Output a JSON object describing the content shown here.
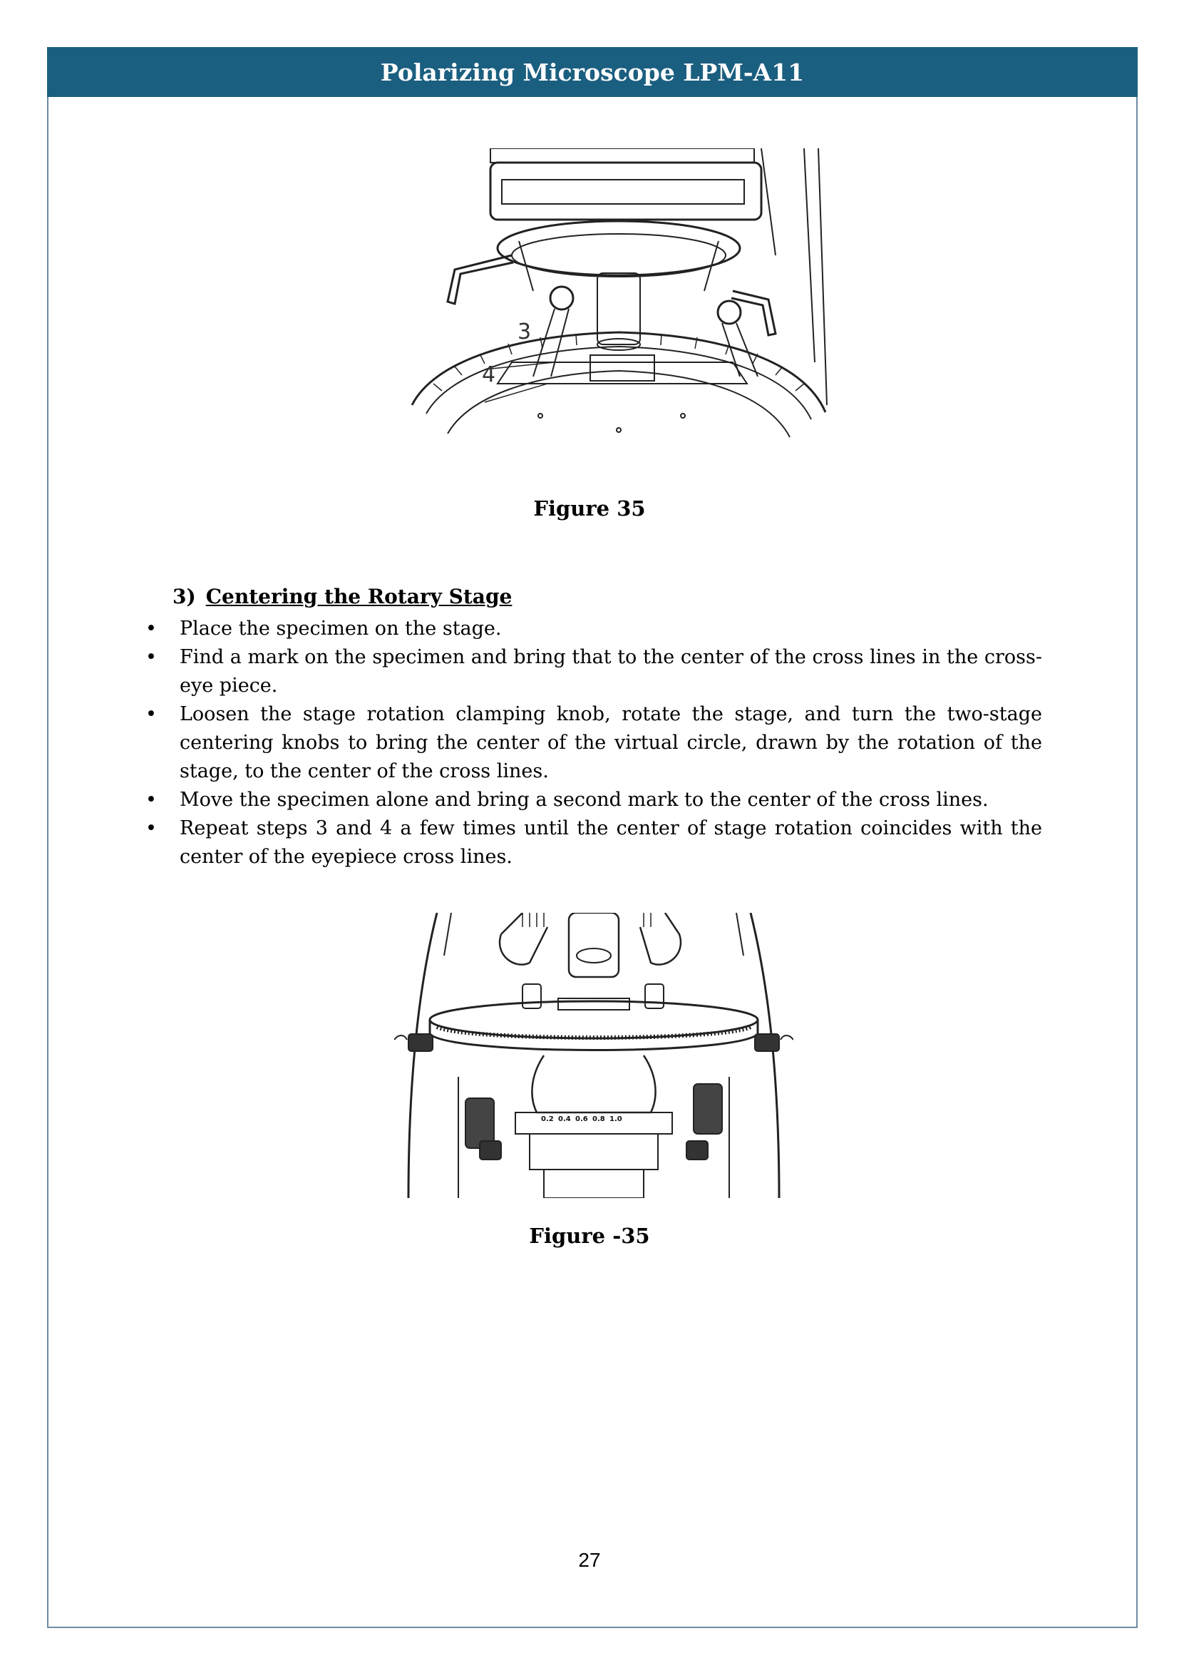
{
  "header": {
    "title": "Polarizing Microscope LPM-A11"
  },
  "figures": [
    {
      "caption": "Figure 35",
      "callouts": [
        "3",
        "4"
      ]
    },
    {
      "caption": "Figure -35",
      "scale_labels": [
        "0.2",
        "0.4",
        "0.6",
        "0.8",
        "1.0"
      ]
    }
  ],
  "section": {
    "number": "3)",
    "title": "Centering the Rotary Stage",
    "bullets": [
      "Place the specimen on the stage.",
      "Find a mark on the specimen and bring that to the center of the cross lines in the cross-eye piece.",
      "Loosen the stage rotation clamping knob, rotate the stage, and turn the two-stage centering knobs to bring the center of the virtual circle, drawn by the rotation of the stage, to the center of the cross lines.",
      "Move the specimen alone and bring a second mark to the center of the cross lines.",
      "Repeat steps 3 and 4 a few times until the center of stage rotation coincides with the center of the eyepiece cross lines."
    ]
  },
  "footer": {
    "page_number": "27"
  },
  "colors": {
    "header_bg": "#1b5f80",
    "frame": "#6f8ba3"
  }
}
